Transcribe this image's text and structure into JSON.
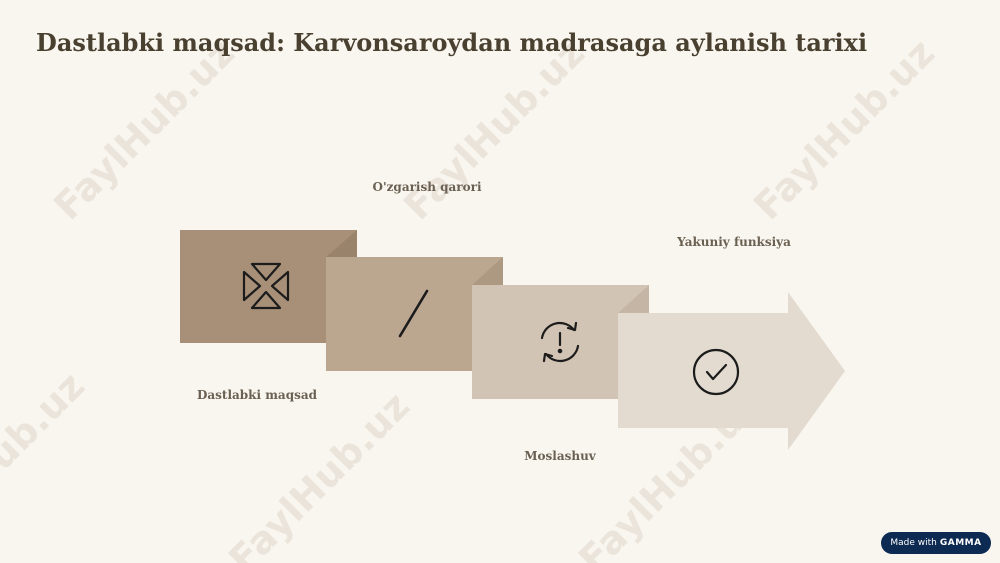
{
  "slide": {
    "title": "Dastlabki maqsad: Karvonsaroydan madrasaga aylanish tarixi"
  },
  "steps": [
    {
      "label": "Dastlabki maqsad",
      "icon": "dome-cross-icon",
      "color": "#a89078"
    },
    {
      "label": "O'zgarish qarori",
      "icon": "slash-icon",
      "color": "#bba690"
    },
    {
      "label": "Moslashuv",
      "icon": "sync-alert-icon",
      "color": "#d2c4b4"
    },
    {
      "label": "Yakuniy funksiya",
      "icon": "check-circle-icon",
      "color": "#e3dbd0"
    }
  ],
  "watermark": {
    "text": "FaylHub.uz"
  },
  "badge": {
    "prefix": "Made with",
    "brand": "GAMMA"
  }
}
